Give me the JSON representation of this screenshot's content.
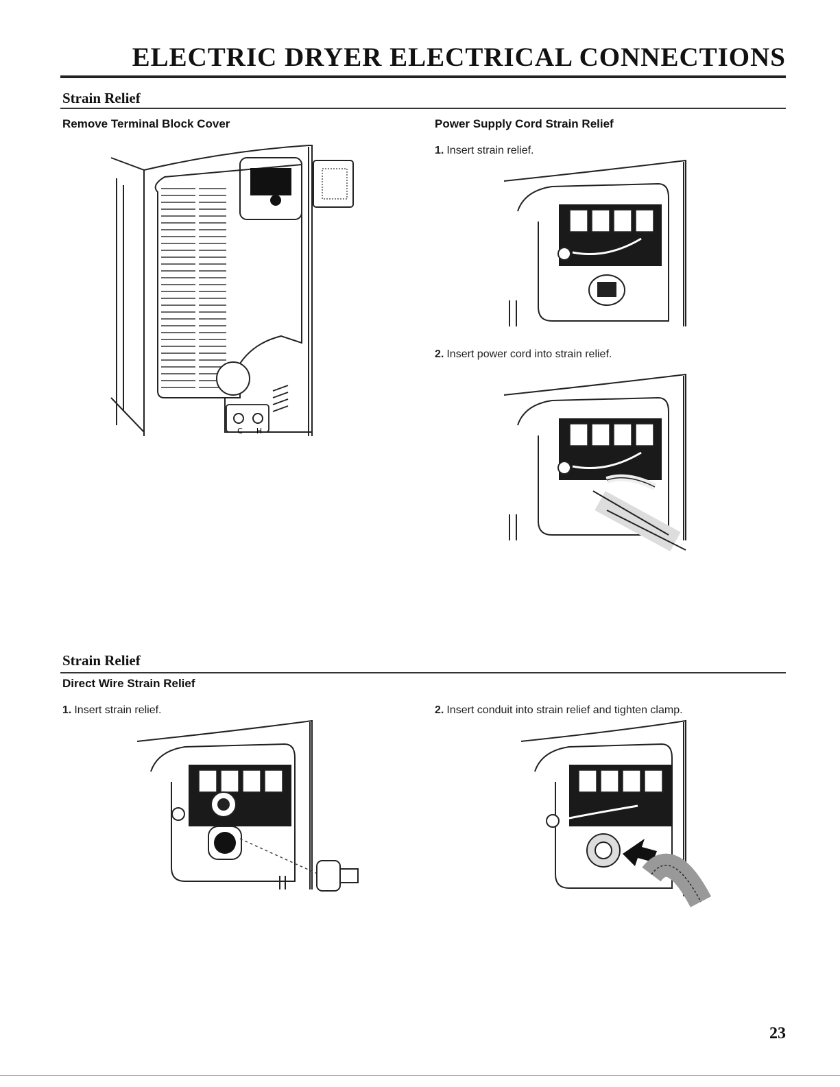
{
  "page": {
    "title": "ELECTRIC DRYER ELECTRICAL CONNECTIONS",
    "page_number": "23"
  },
  "section1": {
    "title": "Strain Relief",
    "left": {
      "heading": "Remove Terminal Block Cover"
    },
    "right": {
      "heading": "Power Supply Cord Strain Relief",
      "steps": [
        {
          "number": "1.",
          "text": "Insert strain relief."
        },
        {
          "number": "2.",
          "text": "Insert power cord into strain relief."
        }
      ]
    }
  },
  "section2": {
    "title": "Strain Relief",
    "heading": "Direct Wire Strain Relief",
    "steps": [
      {
        "number": "1.",
        "text": "Insert strain relief."
      },
      {
        "number": "2.",
        "text": "Insert conduit into strain relief and tighten clamp."
      }
    ]
  },
  "illustration_labels": {
    "cold": "C",
    "hot": "H"
  }
}
